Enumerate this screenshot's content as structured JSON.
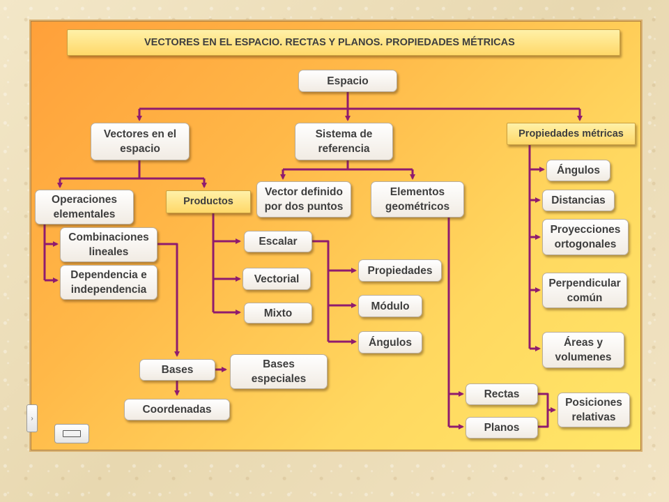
{
  "title": "VECTORES EN EL ESPACIO. RECTAS Y PLANOS. PROPIEDADES MÉTRICAS",
  "nodes": {
    "espacio": "Espacio",
    "vectores": [
      "Vectores en el",
      "espacio"
    ],
    "sistema": [
      "Sistema de",
      "referencia"
    ],
    "propiedades_metricas": "Propiedades métricas",
    "operaciones": [
      "Operaciones",
      "elementales"
    ],
    "productos": "Productos",
    "vector_definido": [
      "Vector definido",
      "por dos puntos"
    ],
    "elementos": [
      "Elementos",
      "geométricos"
    ],
    "combinaciones": [
      "Combinaciones",
      "lineales"
    ],
    "dependencia": [
      "Dependencia e",
      "independencia"
    ],
    "escalar": "Escalar",
    "vectorial": "Vectorial",
    "mixto": "Mixto",
    "propiedades": "Propiedades",
    "modulo": "Módulo",
    "angulos_producto": "Ángulos",
    "bases": "Bases",
    "bases_especiales": [
      "Bases",
      "especiales"
    ],
    "coordenadas": "Coordenadas",
    "rectas": "Rectas",
    "planos": "Planos",
    "posiciones": [
      "Posiciones",
      "relativas"
    ],
    "angulos": "Ángulos",
    "distancias": "Distancias",
    "proyecciones": [
      "Proyecciones",
      "ortogonales"
    ],
    "perpendicular": [
      "Perpendicular",
      "común"
    ],
    "areas": [
      "Áreas y",
      "volumenes"
    ]
  },
  "colors": {
    "connector": "#8f1b6e",
    "panel_start": "#ffa03a",
    "panel_end": "#ffe668"
  }
}
